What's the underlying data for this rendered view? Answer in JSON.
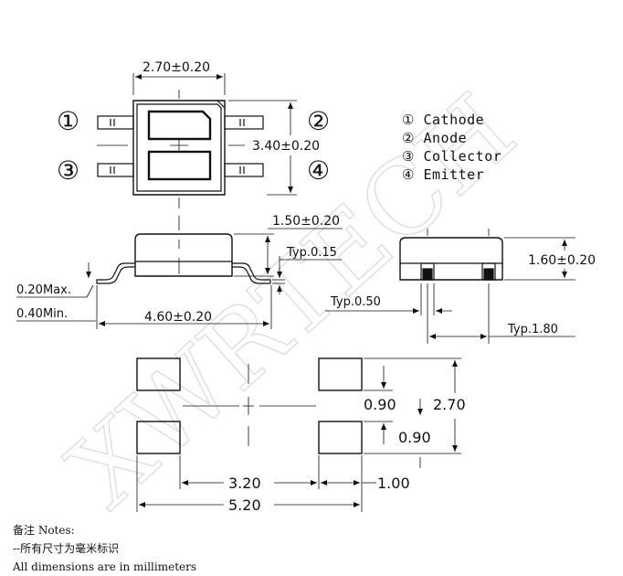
{
  "dimensions": {
    "body_width": "2.70±0.20",
    "body_height": "3.40±0.20",
    "side_height": "1.50±0.20",
    "typ_015": "Typ.0.15",
    "max_020": "0.20Max.",
    "min_040": "0.40Min.",
    "length_460": "4.60±0.20",
    "end_height": "1.60±0.20",
    "typ_050": "Typ.0.50",
    "typ_180": "Typ.1.80",
    "pad_090_a": "0.90",
    "pad_090_b": "0.90",
    "pad_270": "2.70",
    "pad_320": "3.20",
    "pad_100": "1.00",
    "pad_520": "5.20"
  },
  "pins": {
    "pin1_label": "①",
    "pin2_label": "②",
    "pin3_label": "③",
    "pin4_label": "④"
  },
  "legend": [
    "① Cathode",
    "② Anode",
    "③ Collector",
    "④ Emitter"
  ],
  "watermark": "XWRTECH",
  "notes": {
    "title": "备注 Notes:",
    "line1": "--所有尺寸为毫米标识",
    "line2": "All dimensions are in millimeters"
  }
}
